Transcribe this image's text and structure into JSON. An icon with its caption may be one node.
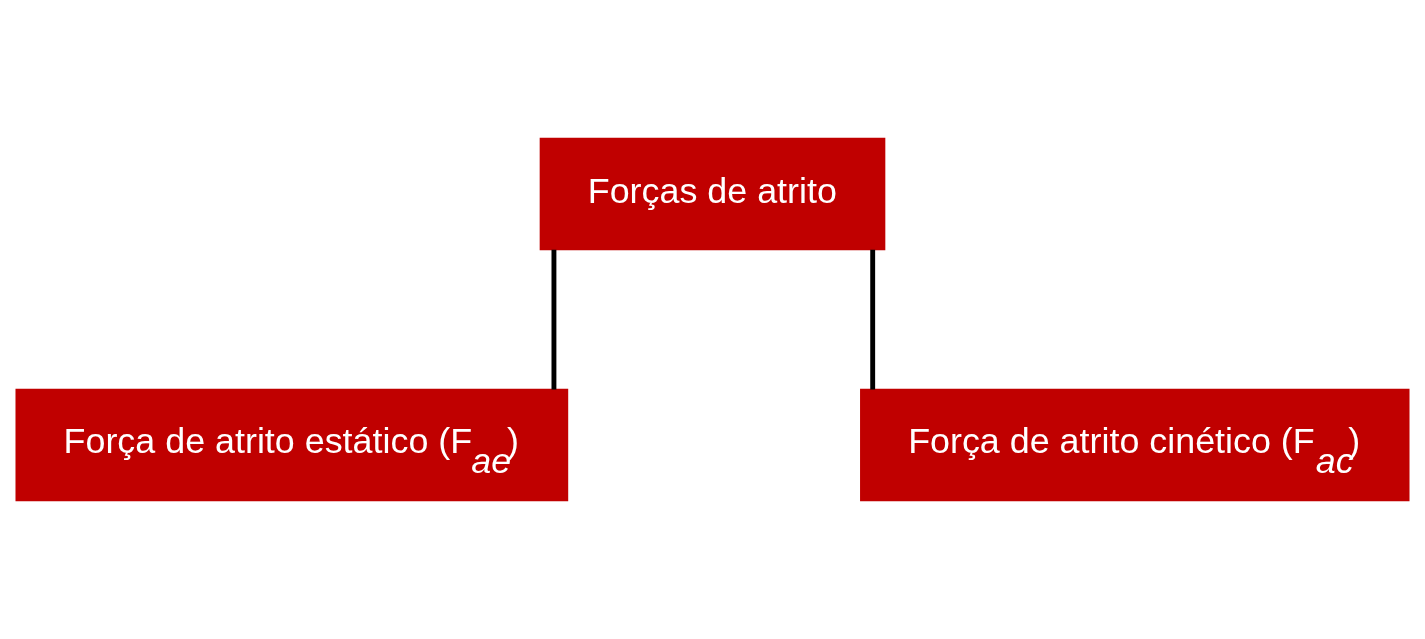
{
  "diagram": {
    "nodes": [
      {
        "text": [
          "Forças de atrito"
        ]
      },
      {
        "text": [
          "Força de atrito estático (F$_{ae}$)"
        ]
      },
      {
        "text": [
          "Força de atrito cinético (F$_{ac}$)"
        ]
      }
    ],
    "edges": [
      {
        "from": 0,
        "to": 1,
        "arrow": "none"
      },
      {
        "from": 0,
        "to": 2,
        "arrow": "none"
      }
    ]
  }
}
